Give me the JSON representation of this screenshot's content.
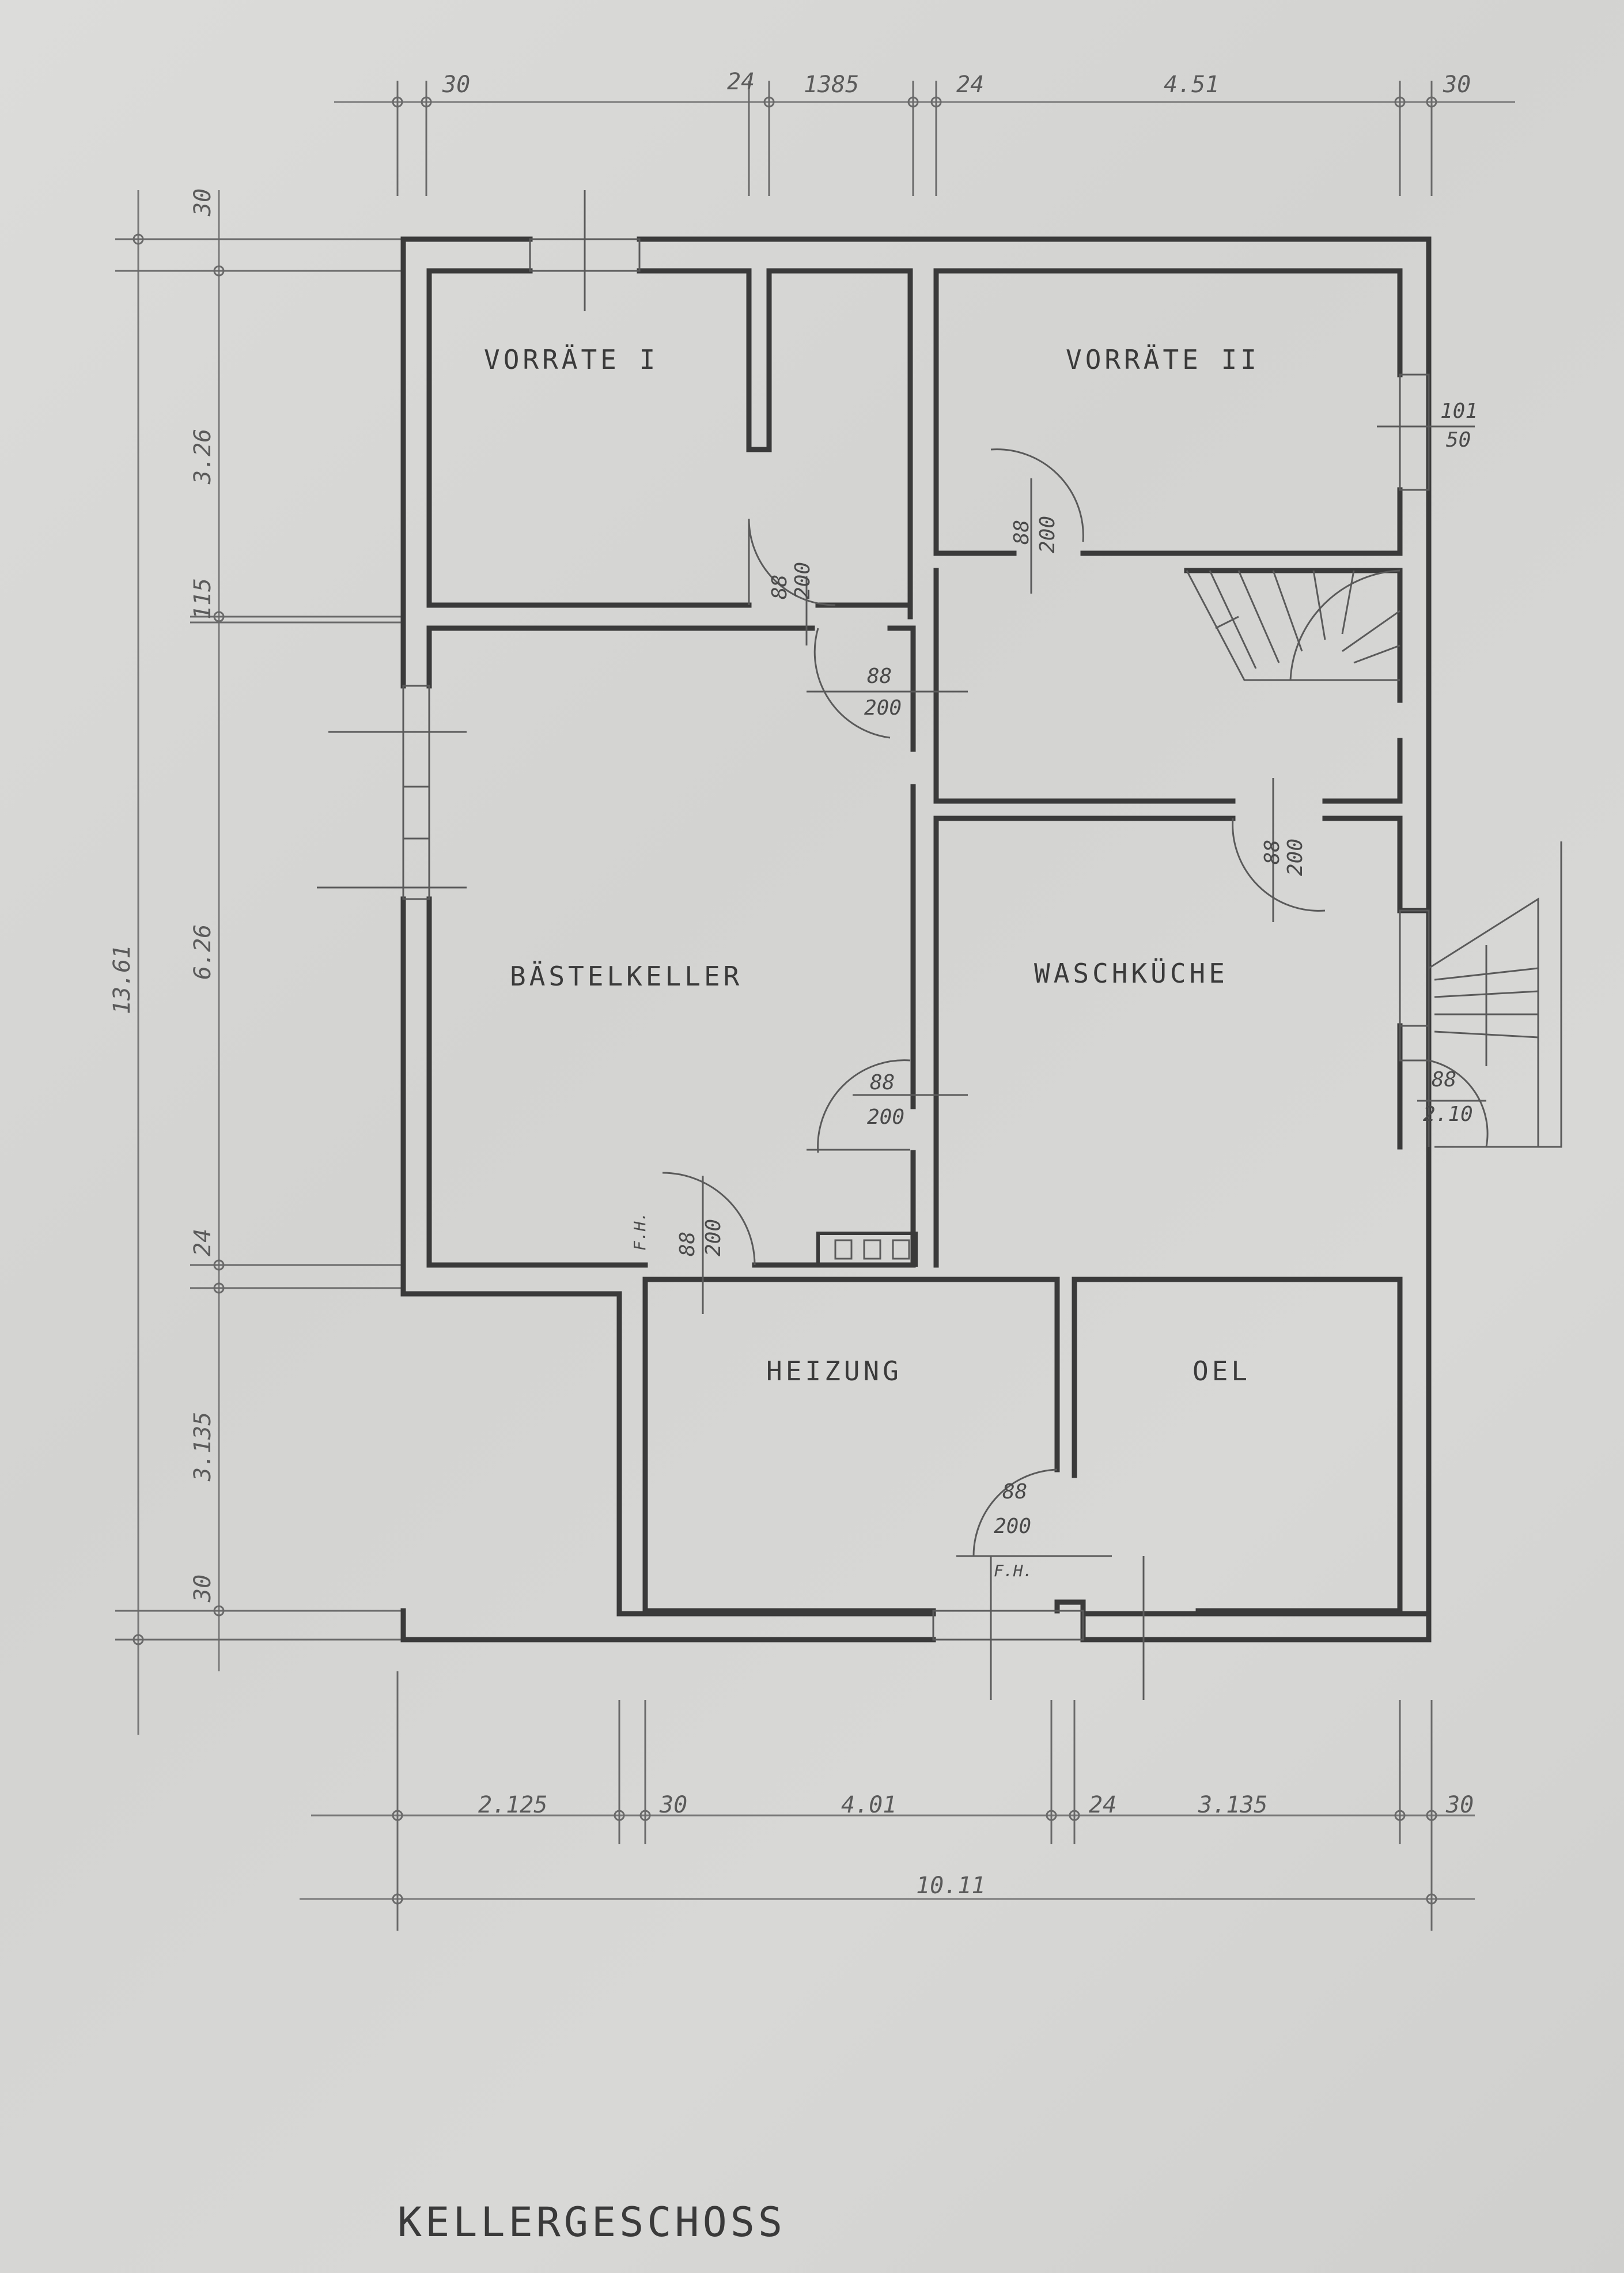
{
  "rooms": {
    "vorraete_1": "VORRÄTE I",
    "vorraete_2": "VORRÄTE II",
    "bastelkeller": "BÄSTELKELLER",
    "waschkueche": "WASCHKÜCHE",
    "heizung": "HEIZUNG",
    "oel": "OEL"
  },
  "top_dims": {
    "d1": "30",
    "d2": "24",
    "d3": "1385",
    "d4": "24",
    "d5": "4.51",
    "d6": "30"
  },
  "bottom_dims": {
    "d1": "2.125",
    "d2": "30",
    "d3": "4.01",
    "d4": "24",
    "d5": "3.135",
    "d6": "30",
    "total": "10.11"
  },
  "left_dims": {
    "d1": "30",
    "d2": "3.26",
    "d3": "115",
    "d4": "6.26",
    "d5": "24",
    "d6": "3.135",
    "d7": "30",
    "total": "13.61"
  },
  "window_label": {
    "top": "101",
    "bottom": "50"
  },
  "doors": {
    "d88": "88",
    "d200": "200",
    "d210": "2.10",
    "fh": "F.H."
  },
  "title": "KELLERGESCHOSS"
}
